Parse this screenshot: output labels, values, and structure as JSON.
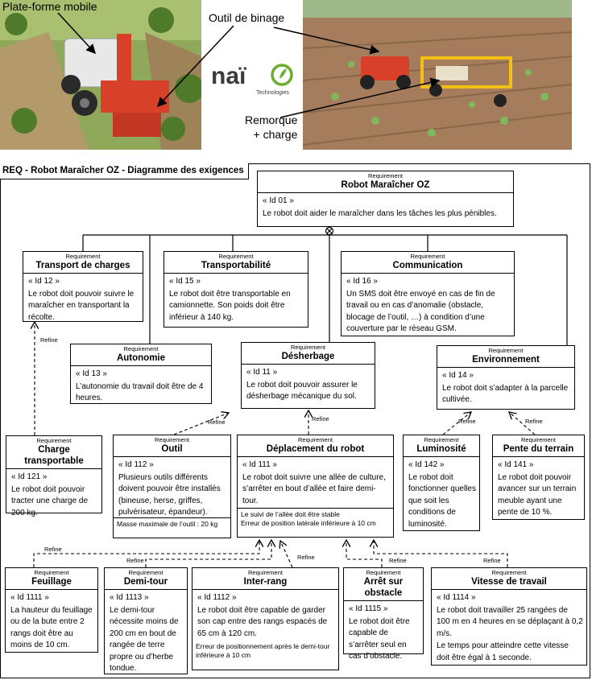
{
  "photos": {
    "left": {
      "label_platform": "Plate-forme mobile",
      "label_tool": "Outil de binage"
    },
    "right": {
      "label_trailer": "Remorque\n+ charge"
    }
  },
  "logo": {
    "name": "naïo",
    "sub": "Technologies",
    "colors": {
      "green": "#6cae2b",
      "dark": "#3b3b3b"
    }
  },
  "frame": {
    "title": "REQ - Robot Maraîcher OZ - Diagramme des exigences"
  },
  "stereotype": "Requirement",
  "refine_label": "Refine",
  "requirements": {
    "r01": {
      "name": "Robot Maraîcher OZ",
      "id": "« Id 01 »",
      "text": "Le robot doit aider le maraîcher dans les tâches les plus pénibles."
    },
    "r12": {
      "name": "Transport de charges",
      "id": "« Id 12 »",
      "text": "Le robot doit pouvoir suivre le maraîcher en transportant la récolte."
    },
    "r15": {
      "name": "Transportabilité",
      "id": "« Id 15 »",
      "text": "Le robot doit être transportable en camionnette. Son poids doit être inférieur à 140 kg."
    },
    "r16": {
      "name": "Communication",
      "id": "« Id 16 »",
      "text": "Un SMS doit être envoyé en cas de fin de travail ou en cas d’anomalie (obstacle, blocage de l’outil, …) à condition d’une couverture par le réseau GSM."
    },
    "r13": {
      "name": "Autonomie",
      "id": "« Id 13 »",
      "text": "L’autonomie du travail doit être de 4 heures."
    },
    "r11": {
      "name": "Désherbage",
      "id": "« Id 11 »",
      "text": "Le robot doit pouvoir assurer le désherbage mécanique du sol."
    },
    "r14": {
      "name": "Environnement",
      "id": "« Id 14 »",
      "text": "Le robot doit s’adapter à la parcelle cultivée."
    },
    "r121": {
      "name": "Charge transportable",
      "id": "« Id 121 »",
      "text": "Le robot doit pouvoir tracter une charge de 200 kg."
    },
    "r112": {
      "name": "Outil",
      "id": "« Id 112 »",
      "text": "Plusieurs outils différents doivent pouvoir être installés (bineuse, herse, griffes, pulvérisateur, épandeur).",
      "note": "Masse maximale de l’outil : 20 kg"
    },
    "r111": {
      "name": "Déplacement du robot",
      "id": "« Id 111 »",
      "text": "Le robot doit suivre une allée de culture, s’arrêter en bout d’allée et faire demi-tour.",
      "note1": "Le suivi de l’allée doit être stable",
      "note2": "Erreur de position latérale inférieure à 10 cm"
    },
    "r142": {
      "name": "Luminosité",
      "id": "« Id 142 »",
      "text": "Le robot doit fonctionner quelles que soit les conditions de luminosité."
    },
    "r141": {
      "name": "Pente du terrain",
      "id": "« Id 141 »",
      "text": "Le robot doit pouvoir avancer sur un terrain meuble ayant une pente de 10 %."
    },
    "r1111": {
      "name": "Feuillage",
      "id": "« Id 1111 »",
      "text": "La hauteur du feuillage ou de la bute entre 2 rangs doit être au moins de 10 cm."
    },
    "r1113": {
      "name": "Demi-tour",
      "id": "« Id 1113 »",
      "text": "Le demi-tour nécessite moins de 200 cm en bout de rangée de terre propre ou d’herbe tondue."
    },
    "r1112": {
      "name": "Inter-rang",
      "id": "« Id 1112 »",
      "text": "Le robot doit être capable de garder son cap entre des rangs espacés de 65 cm à 120 cm.",
      "note": "Erreur de positionnement après le demi-tour inférieure à 10 cm"
    },
    "r1115": {
      "name": "Arrêt sur obstacle",
      "id": "« Id 1115 »",
      "text": "Le robot doit être capable de s’arrêter seul en cas d’obstacle."
    },
    "r1114": {
      "name": "Vitesse de travail",
      "id": "« Id 1114 »",
      "text": "Le robot doit travailler 25 rangées de 100 m en 4 heures en se déplaçant à 0,2 m/s.",
      "text2": "Le temps pour atteindre cette vitesse doit être égal à 1 seconde."
    }
  }
}
